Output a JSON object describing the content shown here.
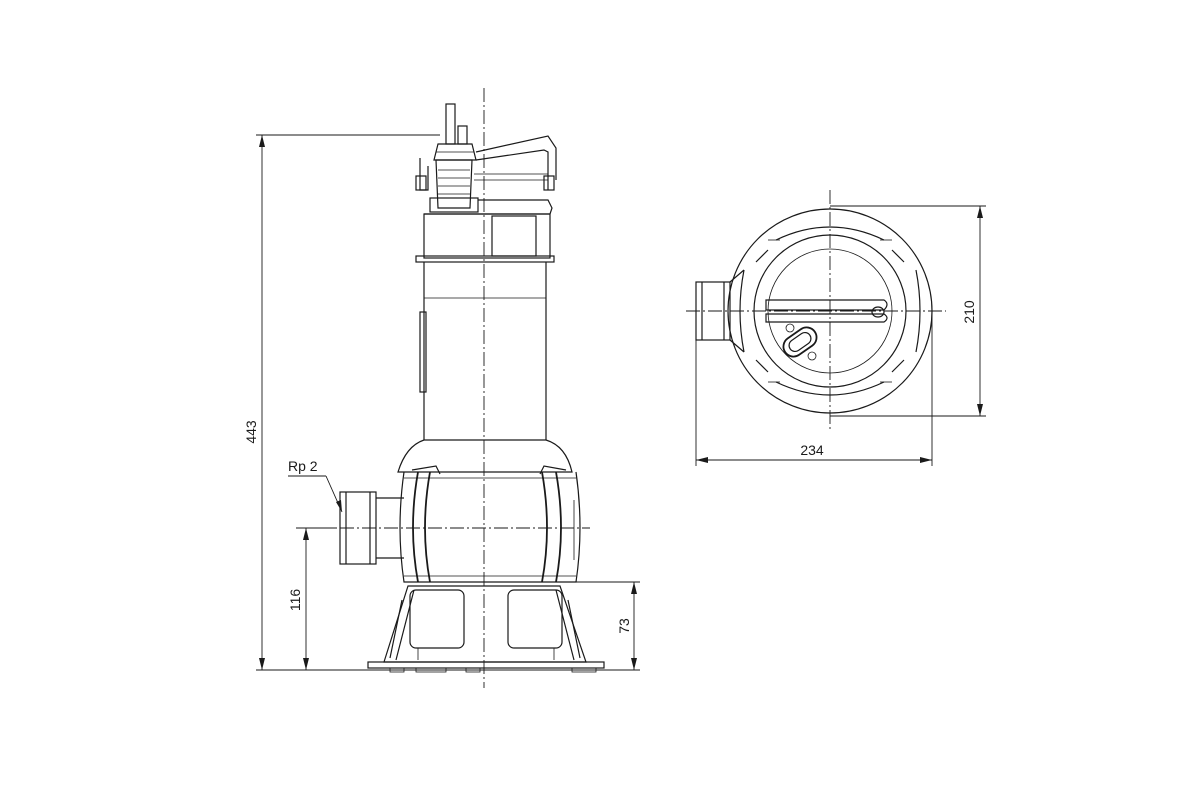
{
  "dimensions": {
    "overall_height": "443",
    "outlet_height": "116",
    "foot_height": "73",
    "width": "234",
    "depth": "210"
  },
  "labels": {
    "outlet_thread": "Rp 2"
  }
}
